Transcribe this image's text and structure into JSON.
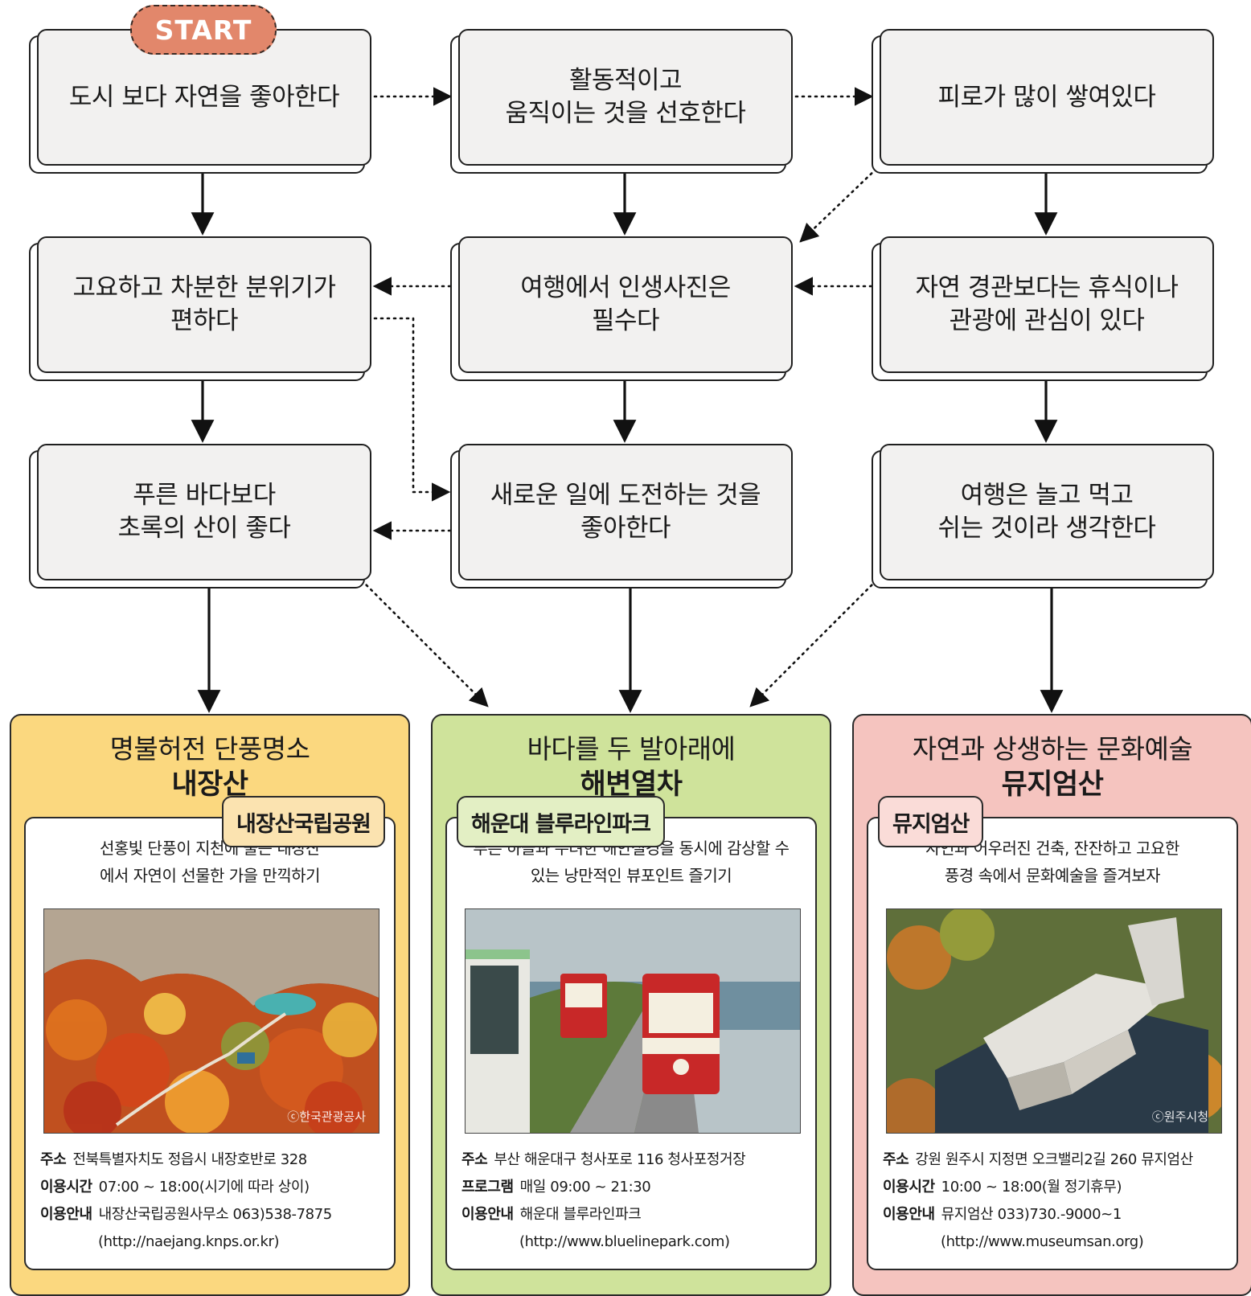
{
  "start_label": "START",
  "questions": {
    "q1": "도시 보다 자연을 좋아한다",
    "q2": "활동적이고\n움직이는 것을 선호한다",
    "q3": "피로가 많이 쌓여있다",
    "q4": "고요하고 차분한 분위기가\n편하다",
    "q5": "여행에서 인생사진은\n필수다",
    "q6": "자연 경관보다는 휴식이나\n관광에 관심이 있다",
    "q7": "푸른 바다보다\n초록의 산이 좋다",
    "q8": "새로운 일에 도전하는 것을\n좋아한다",
    "q9": "여행은 놀고 먹고\n쉬는 것이라 생각한다"
  },
  "results": [
    {
      "title_line1": "명불허전 단풍명소",
      "title_line2": "내장산",
      "bg_color": "#fbd87f",
      "tag_color": "#fbe3b0",
      "description": "선홍빛 단풍이 지천에 물든 내장산\n에서 자연이 선물한 가을 만끽하기",
      "tag": "내장산국립공원",
      "credit": "ⓒ한국관광공사",
      "info": {
        "address_label": "주소",
        "address": "전북특별자치도 정읍시 내장호반로 328",
        "row2_label": "이용시간",
        "row2": "07:00 ~ 18:00(시기에 따라 상이)",
        "row3_label": "이용안내",
        "row3": "내장산국립공원사무소 063)538-7875",
        "url": "(http://naejang.knps.or.kr)"
      }
    },
    {
      "title_line1": "바다를 두 발아래에",
      "title_line2": "해변열차",
      "bg_color": "#cfe39b",
      "tag_color": "#e3efc4",
      "description": "푸른 하늘과 수려한 해안절경을 동시에 감상할 수\n있는 낭만적인 뷰포인트 즐기기",
      "tag": "해운대 블루라인파크",
      "credit": "",
      "info": {
        "address_label": "주소",
        "address": "부산 해운대구 청사포로 116 청사포정거장",
        "row2_label": "프로그램",
        "row2": "매일 09:00 ~ 21:30",
        "row3_label": "이용안내",
        "row3": "해운대 블루라인파크",
        "url": "(http://www.bluelinepark.com)"
      }
    },
    {
      "title_line1": "자연과 상생하는 문화예술",
      "title_line2": "뮤지엄산",
      "bg_color": "#f5c4bf",
      "tag_color": "#fadcd8",
      "description": "자연과 어우러진 건축, 잔잔하고 고요한\n풍경 속에서 문화예술을 즐겨보자",
      "tag": "뮤지엄산",
      "credit": "ⓒ원주시청",
      "info": {
        "address_label": "주소",
        "address": "강원 원주시 지정면 오크밸리2길 260 뮤지엄산",
        "row2_label": "이용시간",
        "row2": "10:00 ~ 18:00(월 정기휴무)",
        "row3_label": "이용안내",
        "row3": "뮤지엄산 033)730.-9000~1",
        "url": "(http://www.museumsan.org)"
      }
    }
  ]
}
